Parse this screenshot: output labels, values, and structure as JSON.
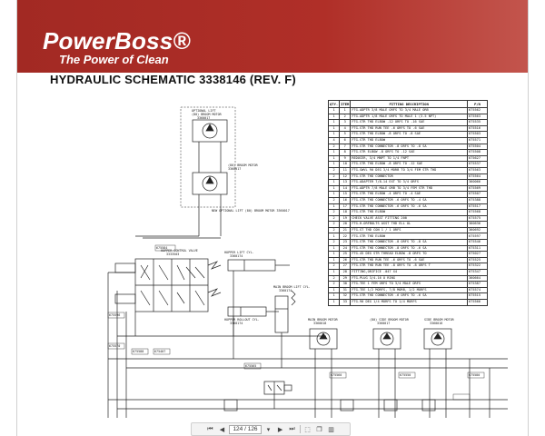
{
  "header": {
    "brand": "PowerBoss®",
    "tagline": "The Power of Clean",
    "title": "HYDRAULIC SCHEMATIC 3338146 (REV. F)"
  },
  "parts_table": {
    "headers": [
      "QTY.",
      "ITEM",
      "FITTING DESCRIPTION",
      "P/N"
    ],
    "rows": [
      [
        "1",
        "1",
        "FTG-ADPTR 3/8 MALE ORFS TO 3/4 MALE ORB",
        "675562"
      ],
      [
        "1",
        "2",
        "FTG-ADPTR 1/8 MALE ORFS TO MALE 1 (3.5 NPT)",
        "675563"
      ],
      [
        "1",
        "3",
        "FTG-STR THD ELBOW -12 ORFS TO -16 SAE",
        "675535"
      ],
      [
        "1",
        "4",
        "FTG-STR THD RUN TEE -6 ORFS TO -6 SAE",
        "675516"
      ],
      [
        "1",
        "5",
        "FTG-STR THD ELBOW -8 ORFS TO -8 SAE",
        "675503"
      ],
      [
        "4",
        "6",
        "FTG-STR THD ELBOW",
        "675571"
      ],
      [
        "2",
        "7",
        "FTG-STR THD CONNECTOR -8 ORFS TO -8 SA",
        "675504"
      ],
      [
        "1",
        "8",
        "FTG-STR ELBOW -8 ORFS TO -12 SAE",
        "675508"
      ],
      [
        "1",
        "9",
        "REDUCER, 3/4 MNPT TO 1/4 FNPT",
        "675627"
      ],
      [
        "1",
        "10",
        "FTG-STR THD ELBOW -8 ORFS TO -12 SAE",
        "675537"
      ],
      [
        "2",
        "11",
        "FTG-SWVL 90 DEG 3/4 MORB TO 3/4 FEM STR THD",
        "675563"
      ],
      [
        "2",
        "12",
        "FTG-STR THD CONNECTOR",
        "675564"
      ],
      [
        "1",
        "13",
        "FTG-ADAPTER 7/8-14 EXT TO 3/4 ORFS",
        "360066"
      ],
      [
        "1",
        "14",
        "FTG-ADPTR 7/8 MALE ORB TO 3/4 FEM STR THD",
        "675569"
      ],
      [
        "1",
        "15",
        "FTG-STR THD ELBOW -4 ORFS TO -4 SAE",
        "675507"
      ],
      [
        "2",
        "16",
        "FTG-STR THD CONNECTOR -6 ORFS TO -4 SA",
        "675388"
      ],
      [
        "1",
        "17",
        "FTG-STR THD CONNECTOR -6 ORFS TO -6 SA",
        "675517"
      ],
      [
        "2",
        "18",
        "FTG-STR THD ELBOW",
        "675568"
      ],
      [
        "2",
        "19",
        "CHECK VALVE ASST FITTING 200",
        "675575"
      ],
      [
        "2",
        "20",
        "FTG-H-ORFBOLTS ASST THD ELL OL",
        "360636"
      ],
      [
        "2",
        "21",
        "FTG-ST THD CON 1 / 1 ORFS",
        "360692"
      ],
      [
        "1",
        "22",
        "FTG-STR THD ELBOW",
        "675597"
      ],
      [
        "2",
        "23",
        "FTG-STR THD CONNECTOR -8 ORFS TO -8 SA",
        "675546"
      ],
      [
        "1",
        "24",
        "FTG-STR THD CONNECTOR -8 ORFS TO -6 SA",
        "675311"
      ],
      [
        "1",
        "25",
        "FTG-45 DEG STR THREAD ELBOW -8 ORFS TO",
        "675027"
      ],
      [
        "1",
        "26",
        "FTG-STR THD RUN TEE -6 ORFS TO -6 SAE",
        "675525"
      ],
      [
        "2",
        "27",
        "FTG-STR THD RUN TEE -8 ORFS TO -8 ORFS T",
        "675322"
      ],
      [
        "1",
        "28",
        "FITTING,ORIFICE .047 X4",
        "675347"
      ],
      [
        "2",
        "29",
        "FTG-PLUG 3/4-16 O RING",
        "360664"
      ],
      [
        "2",
        "30",
        "FTG-TEE 1 FEM ORFS TO 3/4 MALE ORFS",
        "675387"
      ],
      [
        "1",
        "31",
        "FTG-TEE 1/2 MORFS, 7/8 MORB, 1/2 MORFS",
        "675574"
      ],
      [
        "1",
        "32",
        "FTG-STR THD CONNECTOR -6 ORFS TO -6 SA",
        "675515"
      ],
      [
        "1",
        "33",
        "FTG-90 DEG 1/4 MORFS TO 1/4 MORFS",
        "675566"
      ]
    ]
  },
  "labels": {
    "opt_filter": "OPTIONAL LIFT",
    "opt_filter_2": "(80) BROOM MOTOR",
    "opt_filter_3": "3360017",
    "broom_motor": "(80) BROOM MOTOR",
    "broom_motor_2": "3360017",
    "opt_note": "NEW OPTIONAL LIFT (80) BROOM MOTOR 3360017",
    "hopper_valve": "HOPPER CONTROL VALVE",
    "hopper_valve_2": "3333503",
    "hopper_lift": "HOPPER LIFT CYL.",
    "hopper_lift_2": "3360174",
    "main_broom_lift": "MAIN BROOM LIFT CYL.",
    "main_broom_lift_2": "3360174",
    "hopper_rollout": "HOPPER ROLLOUT CYL.",
    "hopper_rollout_2": "3360174",
    "main_broom_motor": "MAIN BROOM MOTOR",
    "main_broom_motor_2": "3360018",
    "side_broom_motor": "(80) SIDE BROOM MOTOR",
    "side_broom_motor_2": "3360017",
    "side2_broom_motor": "SIDE BROOM MOTOR",
    "side2_broom_motor_2": "3360016",
    "pn_675584": "675584",
    "pn_675596": "675596",
    "pn_675570": "675570",
    "pn_675588": "675588",
    "pn_675407": "675407",
    "pn_675565": "675565",
    "pn_675560": "675560",
    "pn_675550": "675550",
    "pn_675580": "675580"
  },
  "viewer": {
    "page_current": "124",
    "page_total": "126",
    "page_display": "124 / 126"
  },
  "colors": {
    "banner": "#a22923",
    "banner_light": "#c3554d",
    "title_text": "#111111",
    "line": "#222222"
  }
}
